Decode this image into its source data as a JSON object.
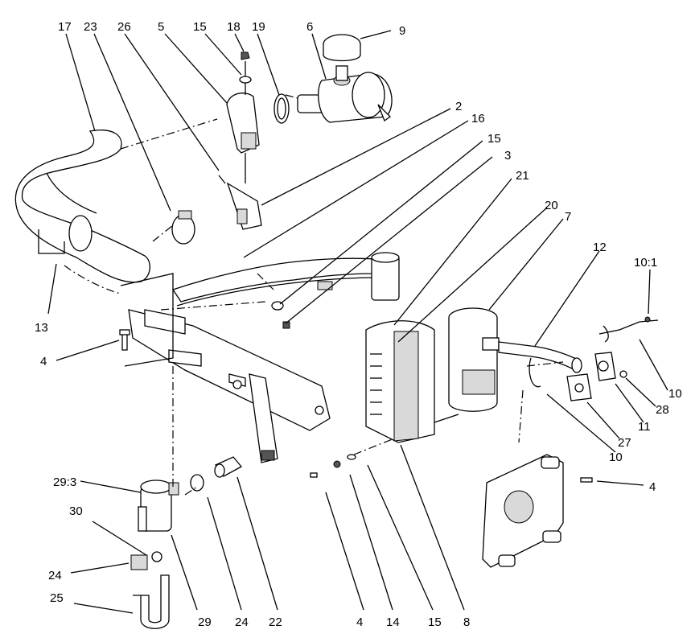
{
  "callouts": [
    {
      "id": "c17",
      "text": "17"
    },
    {
      "id": "c23",
      "text": "23"
    },
    {
      "id": "c26",
      "text": "26"
    },
    {
      "id": "c5",
      "text": "5"
    },
    {
      "id": "c15a",
      "text": "15"
    },
    {
      "id": "c18",
      "text": "18"
    },
    {
      "id": "c19",
      "text": "19"
    },
    {
      "id": "c6",
      "text": "6"
    },
    {
      "id": "c9",
      "text": "9"
    },
    {
      "id": "c2",
      "text": "2"
    },
    {
      "id": "c16",
      "text": "16"
    },
    {
      "id": "c15b",
      "text": "15"
    },
    {
      "id": "c3",
      "text": "3"
    },
    {
      "id": "c21",
      "text": "21"
    },
    {
      "id": "c20",
      "text": "20"
    },
    {
      "id": "c7",
      "text": "7"
    },
    {
      "id": "c12",
      "text": "12"
    },
    {
      "id": "c10_1",
      "text": "10:1"
    },
    {
      "id": "c13",
      "text": "13"
    },
    {
      "id": "c4a",
      "text": "4"
    },
    {
      "id": "c10a",
      "text": "10"
    },
    {
      "id": "c28",
      "text": "28"
    },
    {
      "id": "c11",
      "text": "11"
    },
    {
      "id": "c27",
      "text": "27"
    },
    {
      "id": "c10b",
      "text": "10"
    },
    {
      "id": "c4b",
      "text": "4"
    },
    {
      "id": "c29_3",
      "text": "29:3"
    },
    {
      "id": "c30",
      "text": "30"
    },
    {
      "id": "c24a",
      "text": "24"
    },
    {
      "id": "c25",
      "text": "25"
    },
    {
      "id": "c29",
      "text": "29"
    },
    {
      "id": "c24b",
      "text": "24"
    },
    {
      "id": "c22",
      "text": "22"
    },
    {
      "id": "c4c",
      "text": "4"
    },
    {
      "id": "c14",
      "text": "14"
    },
    {
      "id": "c15c",
      "text": "15"
    },
    {
      "id": "c8",
      "text": "8"
    }
  ]
}
